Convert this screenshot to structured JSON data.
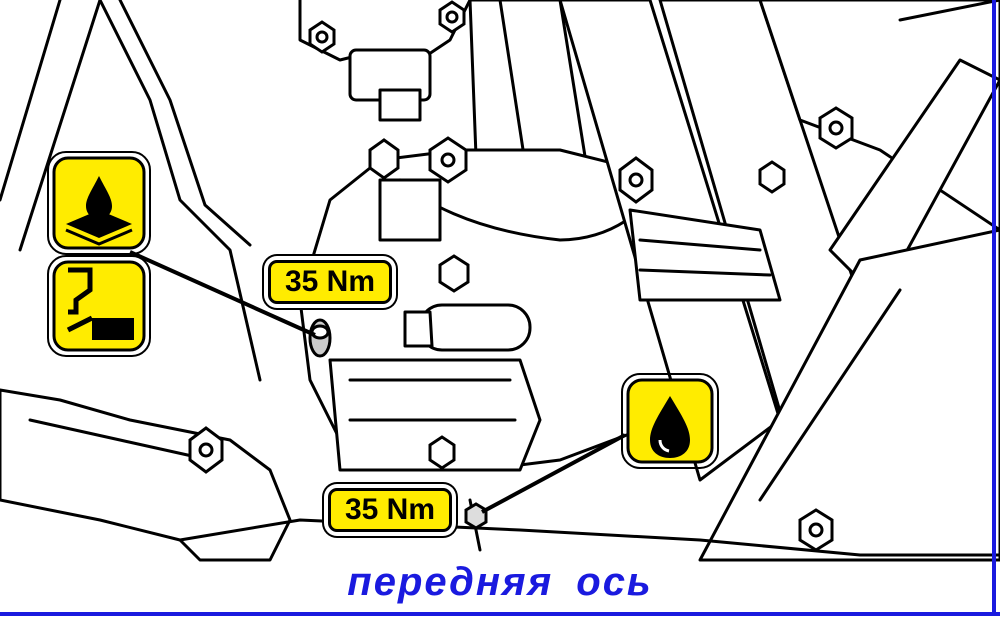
{
  "labels": {
    "torque_upper": "35 Nm",
    "torque_lower": "35 Nm",
    "caption": "передняя  ось"
  },
  "icons": {
    "upper_stack": [
      "oil-level-icon",
      "fill-level-gauge-icon"
    ],
    "lower": "oil-drop-icon"
  },
  "colors": {
    "label_fill": "#ffec00",
    "caption_text": "#1a1adf",
    "border": "#1a1adf",
    "line_art": "#000000"
  }
}
